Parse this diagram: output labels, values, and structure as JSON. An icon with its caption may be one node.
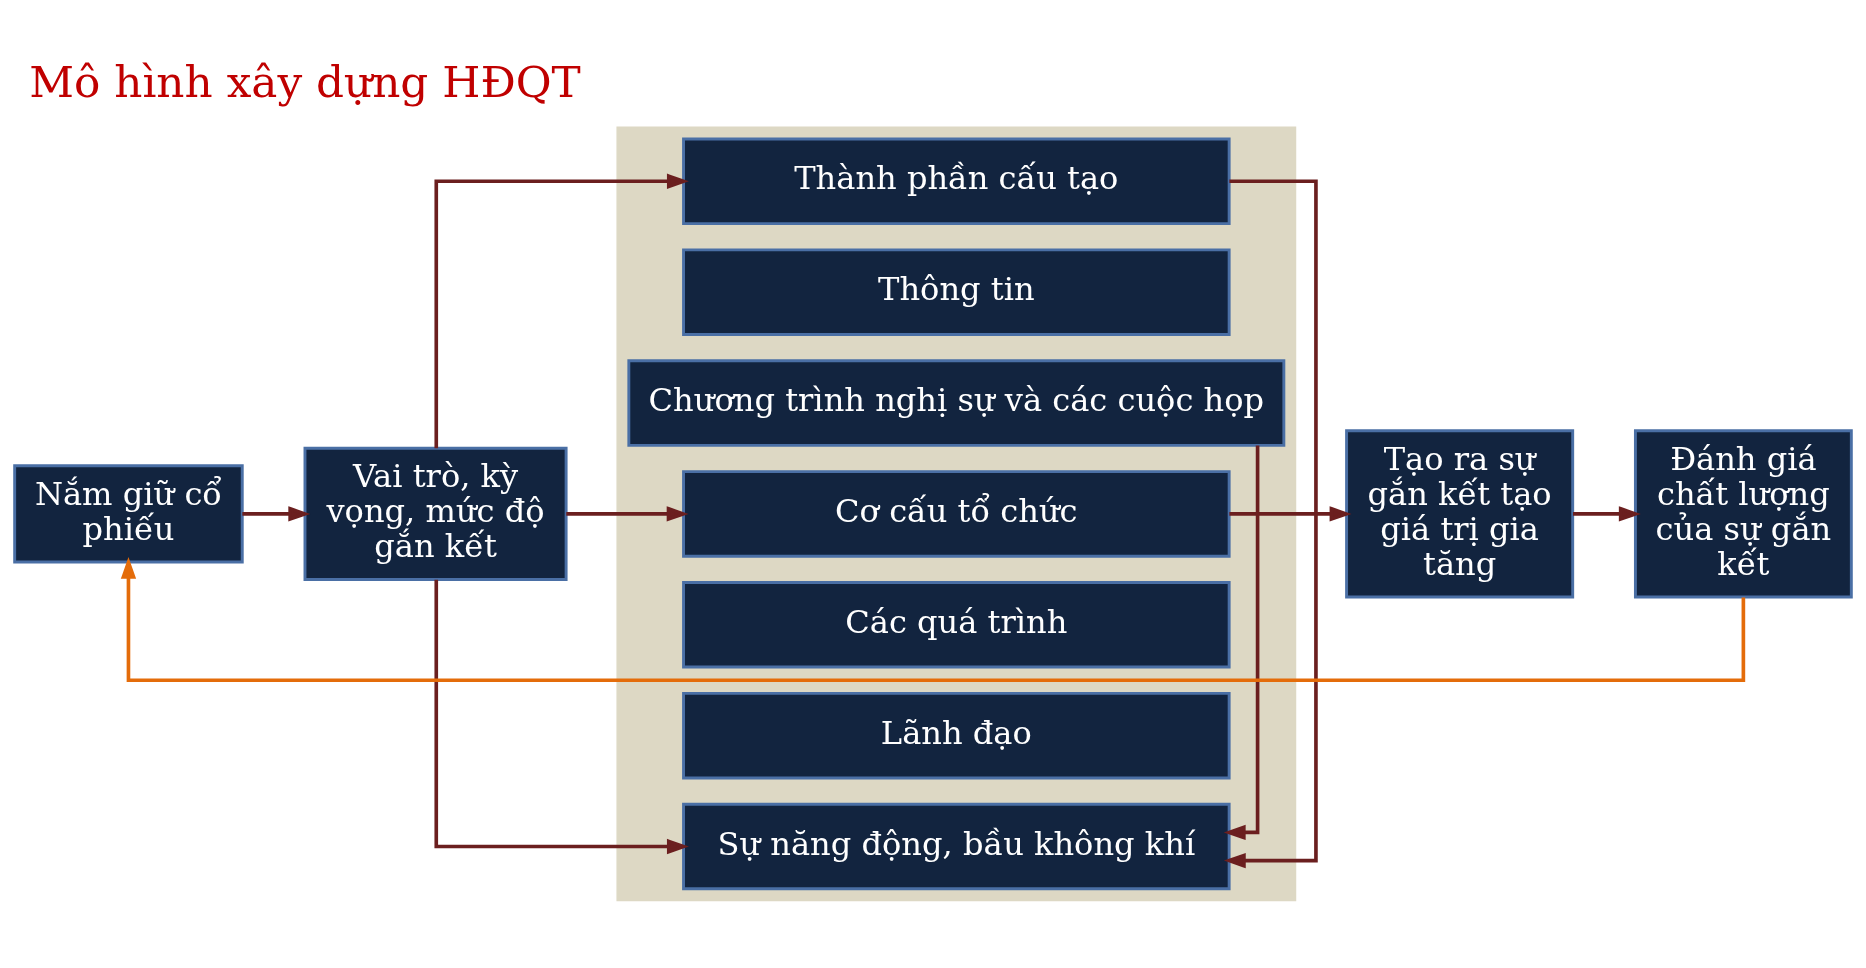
{
  "diagram": {
    "title": "Mô hình xây dựng HĐQT",
    "nodes": [
      {
        "text": [
          "Nắm giữ cổ phiếu"
        ]
      },
      {
        "text": [
          "Vai trò, kỳ vọng, mức độ gắn kết"
        ]
      },
      {
        "text": [],
        "shape": "box"
      },
      {
        "text": [
          "Thành phần cấu tạo"
        ],
        "in": 2
      },
      {
        "text": [
          "Thông tin"
        ],
        "in": 2
      },
      {
        "text": [
          "Chương trình nghị sự và các cuộc họp"
        ],
        "in": 2
      },
      {
        "text": [
          "Cơ cấu tổ chức"
        ],
        "in": 2
      },
      {
        "text": [
          "Các quá trình"
        ],
        "in": 2
      },
      {
        "text": [
          "Lãnh đạo"
        ],
        "in": 2
      },
      {
        "text": [
          "Sự năng động, bầu không khí"
        ],
        "in": 2
      },
      {
        "text": [
          "Tạo ra sự gắn kết tạo giá trị gia tăng"
        ]
      },
      {
        "text": [
          "Đánh giá chất lượng của sự gắn kết"
        ]
      }
    ],
    "edges": [
      {
        "from": 0,
        "to": 1,
        "arrow": "to"
      },
      {
        "from": 1,
        "to": 3,
        "arrow": "to"
      },
      {
        "from": 1,
        "to": 6,
        "arrow": "to"
      },
      {
        "from": 1,
        "to": 9,
        "arrow": "to"
      },
      {
        "from": 3,
        "to": 9,
        "arrow": "to"
      },
      {
        "from": 5,
        "to": 9,
        "arrow": "to"
      },
      {
        "from": 6,
        "to": 10,
        "arrow": "to"
      },
      {
        "from": 10,
        "to": 11,
        "arrow": "to"
      },
      {
        "from": 11,
        "to": 0,
        "arrow": "to",
        "color": "#e46c0a"
      }
    ]
  }
}
